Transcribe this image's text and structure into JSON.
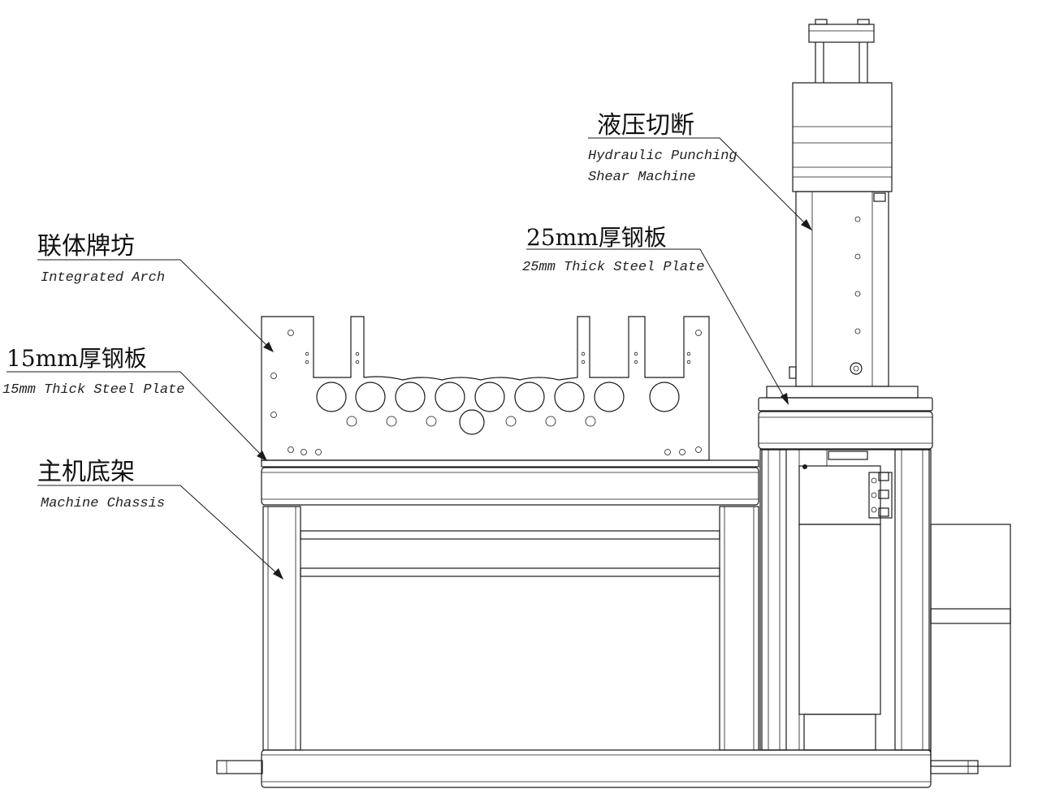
{
  "labels": {
    "hydraulic": {
      "cn": "液压切断",
      "en1": "Hydraulic Punching",
      "en2": "Shear Machine"
    },
    "plate25": {
      "cn": "25mm厚钢板",
      "en": "25mm Thick Steel Plate"
    },
    "arch": {
      "cn": "联体牌坊",
      "en": "Integrated Arch"
    },
    "plate15": {
      "cn": "15mm厚钢板",
      "en": "15mm Thick Steel Plate"
    },
    "chassis": {
      "cn": "主机底架",
      "en": "Machine Chassis"
    }
  },
  "colors": {
    "line": "#1a1a1a",
    "background": "#ffffff"
  }
}
